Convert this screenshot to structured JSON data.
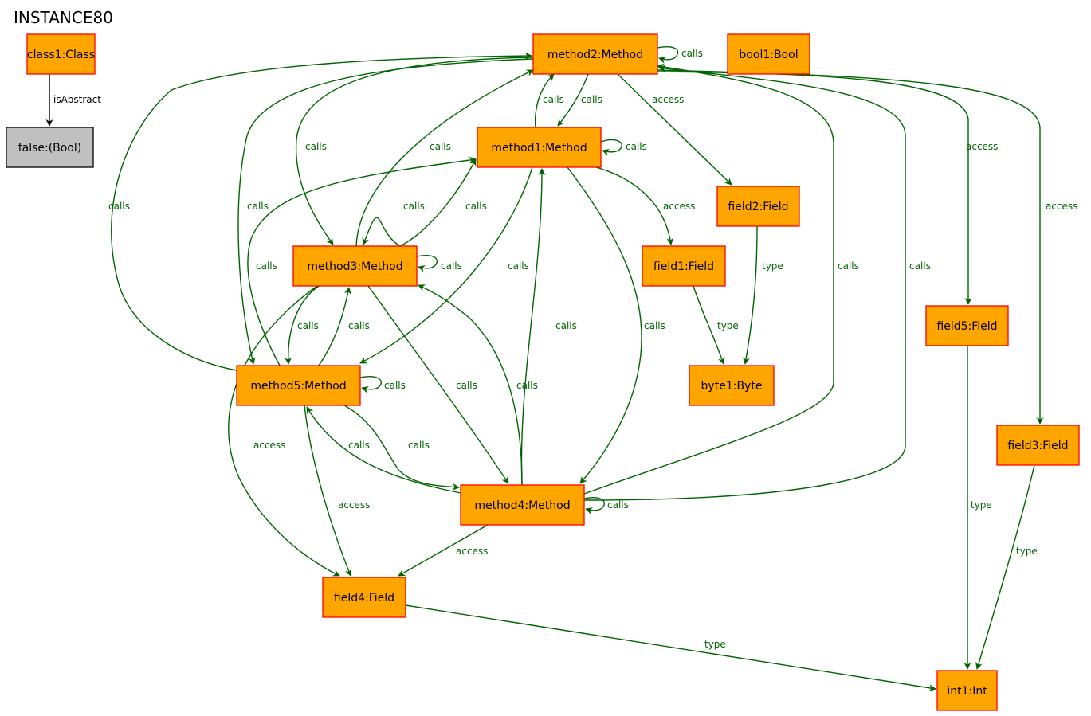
{
  "title": "INSTANCE80",
  "colors": {
    "node_fill": "#ffa500",
    "node_border": "#ff0000",
    "value_fill": "#c0c0c0",
    "value_border": "#000000",
    "edge": "#006400",
    "edge_black": "#000000"
  },
  "nodes": [
    {
      "id": "class1",
      "label": "class1:Class",
      "kind": "object"
    },
    {
      "id": "false",
      "label": "false:(Bool)",
      "kind": "value"
    },
    {
      "id": "method2",
      "label": "method2:Method",
      "kind": "object"
    },
    {
      "id": "bool1",
      "label": "bool1:Bool",
      "kind": "object"
    },
    {
      "id": "method1",
      "label": "method1:Method",
      "kind": "object"
    },
    {
      "id": "field2",
      "label": "field2:Field",
      "kind": "object"
    },
    {
      "id": "method3",
      "label": "method3:Method",
      "kind": "object"
    },
    {
      "id": "field1",
      "label": "field1:Field",
      "kind": "object"
    },
    {
      "id": "field5",
      "label": "field5:Field",
      "kind": "object"
    },
    {
      "id": "method5",
      "label": "method5:Method",
      "kind": "object"
    },
    {
      "id": "byte1",
      "label": "byte1:Byte",
      "kind": "object"
    },
    {
      "id": "field3",
      "label": "field3:Field",
      "kind": "object"
    },
    {
      "id": "method4",
      "label": "method4:Method",
      "kind": "object"
    },
    {
      "id": "field4",
      "label": "field4:Field",
      "kind": "object"
    },
    {
      "id": "int1",
      "label": "int1:Int",
      "kind": "object"
    }
  ],
  "edges": [
    {
      "from": "class1",
      "to": "false",
      "label": "isAbstract"
    },
    {
      "from": "method2",
      "to": "method2",
      "label": "calls"
    },
    {
      "from": "method2",
      "to": "method1",
      "label": "calls"
    },
    {
      "from": "method1",
      "to": "method2",
      "label": "calls"
    },
    {
      "from": "method2",
      "to": "field2",
      "label": "access"
    },
    {
      "from": "method2",
      "to": "field5",
      "label": "access"
    },
    {
      "from": "method2",
      "to": "field3",
      "label": "access"
    },
    {
      "from": "method2",
      "to": "method3",
      "label": "calls"
    },
    {
      "from": "method3",
      "to": "method2",
      "label": "calls"
    },
    {
      "from": "method5",
      "to": "method2",
      "label": "calls"
    },
    {
      "from": "method2",
      "to": "method5",
      "label": "calls"
    },
    {
      "from": "method4",
      "to": "method2",
      "label": "calls"
    },
    {
      "from": "method4",
      "to": "method2",
      "label": "calls"
    },
    {
      "from": "method1",
      "to": "method1",
      "label": "calls"
    },
    {
      "from": "method1",
      "to": "field1",
      "label": "access"
    },
    {
      "from": "method1",
      "to": "method3",
      "label": "calls"
    },
    {
      "from": "method3",
      "to": "method1",
      "label": "calls"
    },
    {
      "from": "method1",
      "to": "method5",
      "label": "calls"
    },
    {
      "from": "method5",
      "to": "method1",
      "label": "calls"
    },
    {
      "from": "method4",
      "to": "method1",
      "label": "calls"
    },
    {
      "from": "method1",
      "to": "method4",
      "label": "calls"
    },
    {
      "from": "field2",
      "to": "byte1",
      "label": "type"
    },
    {
      "from": "field1",
      "to": "byte1",
      "label": "type"
    },
    {
      "from": "method3",
      "to": "method3",
      "label": "calls"
    },
    {
      "from": "method3",
      "to": "method5",
      "label": "calls"
    },
    {
      "from": "method5",
      "to": "method3",
      "label": "calls"
    },
    {
      "from": "method3",
      "to": "method4",
      "label": "calls"
    },
    {
      "from": "method4",
      "to": "method3",
      "label": "calls"
    },
    {
      "from": "method3",
      "to": "field4",
      "label": "access"
    },
    {
      "from": "method5",
      "to": "method5",
      "label": "calls"
    },
    {
      "from": "method5",
      "to": "field4",
      "label": "access"
    },
    {
      "from": "method4",
      "to": "method5",
      "label": "calls"
    },
    {
      "from": "method5",
      "to": "method4",
      "label": "calls"
    },
    {
      "from": "method4",
      "to": "method4",
      "label": "calls"
    },
    {
      "from": "method4",
      "to": "field4",
      "label": "access"
    },
    {
      "from": "field5",
      "to": "int1",
      "label": "type"
    },
    {
      "from": "field3",
      "to": "int1",
      "label": "type"
    },
    {
      "from": "field4",
      "to": "int1",
      "label": "type"
    }
  ]
}
